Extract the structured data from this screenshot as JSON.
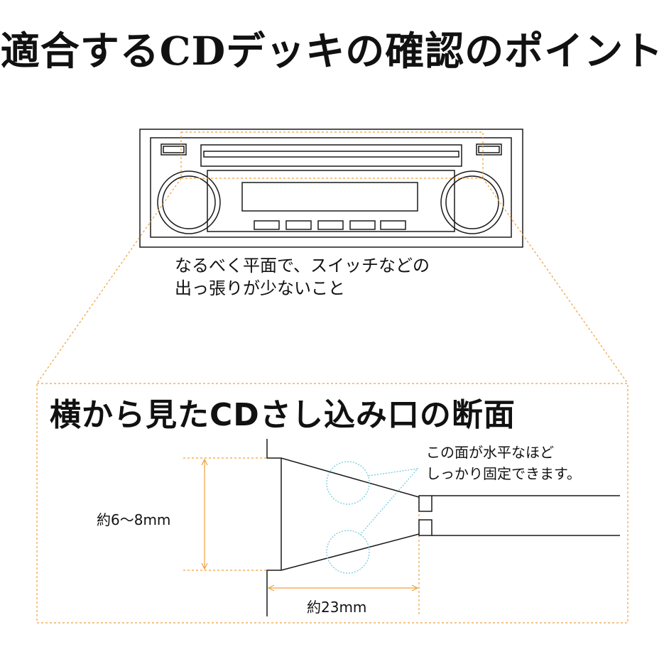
{
  "title": "適合するCDデッキの確認のポイント",
  "deck_note": {
    "line1": "なるべく平面で、スイッチなどの",
    "line2": "出っ張りが少ないこと"
  },
  "cross_section": {
    "title": "横から見たCDさし込み口の断面",
    "callout_line1": "この面が水平なほど",
    "callout_line2": "しっかり固定できます。",
    "height_label": "約6〜8mm",
    "width_label": "約23mm"
  },
  "colors": {
    "line": "#1a1a1a",
    "guide": "#f0a040",
    "callout": "#6cc7de"
  }
}
